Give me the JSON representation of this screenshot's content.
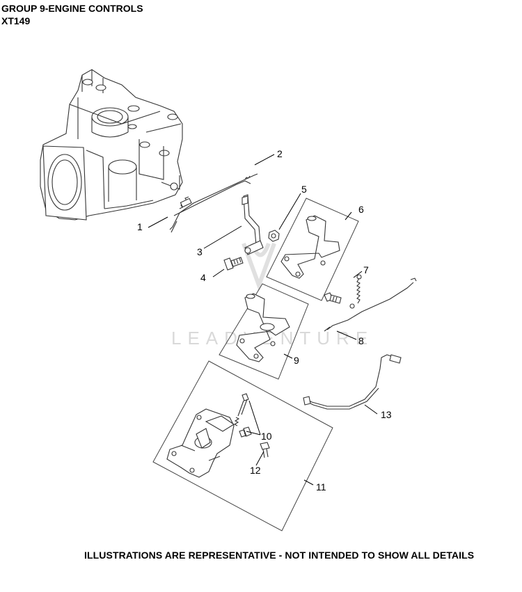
{
  "header": {
    "title": "GROUP 9-ENGINE CONTROLS",
    "model": "XT149"
  },
  "footer": {
    "note": "ILLUSTRATIONS ARE REPRESENTATIVE - NOT INTENDED TO SHOW ALL DETAILS"
  },
  "watermark": {
    "text": "LEADVENTURE"
  },
  "callouts": [
    "1",
    "2",
    "3",
    "4",
    "5",
    "6",
    "7",
    "8",
    "9",
    "10",
    "11",
    "12",
    "13"
  ],
  "colors": {
    "line": "#333333",
    "watermark": "#d9d9d9"
  }
}
